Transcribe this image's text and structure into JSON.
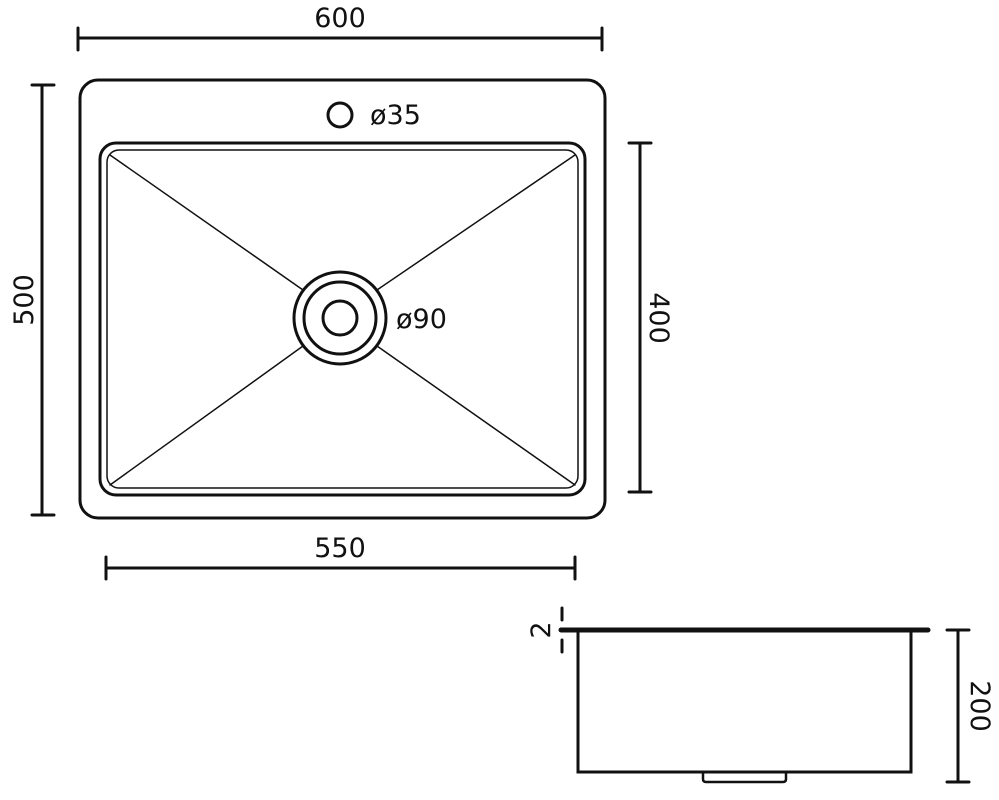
{
  "top_view": {
    "overall_width": "600",
    "overall_length": "500",
    "bowl_length": "400",
    "bowl_width": "550",
    "tap_hole": "ø35",
    "drain": "ø90"
  },
  "side_view": {
    "rim_thickness": "2",
    "depth": "200"
  },
  "colors": {
    "line": "#111111",
    "background": "#ffffff"
  }
}
